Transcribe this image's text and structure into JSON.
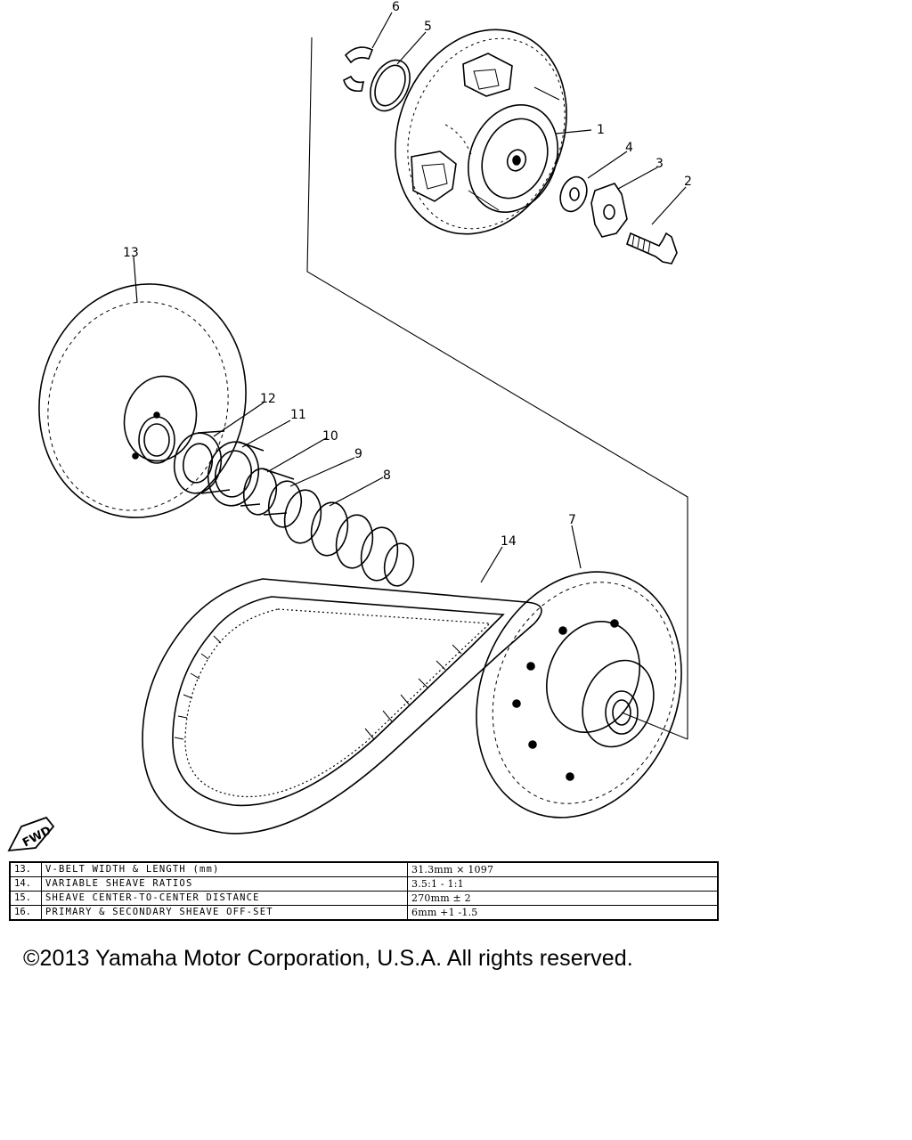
{
  "diagram": {
    "callouts": [
      "1",
      "2",
      "3",
      "4",
      "5",
      "6",
      "7",
      "8",
      "9",
      "10",
      "11",
      "12",
      "13",
      "14"
    ],
    "fwd_label": "FWD"
  },
  "spec_table": {
    "rows": [
      {
        "num": "13.",
        "label": "V-BELT WIDTH & LENGTH (mm)",
        "value": "31.3mm × 1097"
      },
      {
        "num": "14.",
        "label": "VARIABLE SHEAVE RATIOS",
        "value": "3.5:1 - 1:1"
      },
      {
        "num": "15.",
        "label": "SHEAVE CENTER-TO-CENTER DISTANCE",
        "value": "270mm ± 2"
      },
      {
        "num": "16.",
        "label": "PRIMARY & SECONDARY SHEAVE OFF-SET",
        "value": "6mm +1 -1.5"
      }
    ]
  },
  "copyright": "©2013 Yamaha Motor Corporation, U.S.A. All rights reserved."
}
